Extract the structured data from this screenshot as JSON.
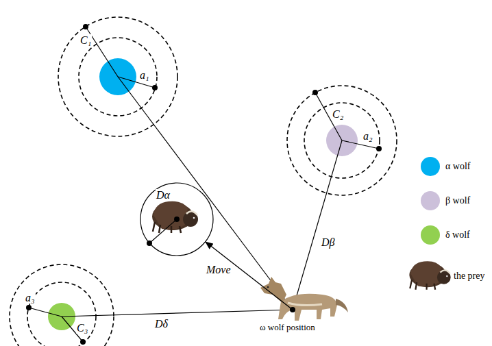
{
  "diagram": {
    "labels": [
      "C₁",
      "a₁",
      "C₂",
      "a₂",
      "Dα",
      "Dβ",
      "C₃",
      "a₃",
      "Dδ",
      "Move",
      "ω wolf position"
    ],
    "legend": [
      {
        "text": "α wolf",
        "color": "#00b0f0"
      },
      {
        "text": "β wolf",
        "color": "#ccc0da"
      },
      {
        "text": "δ wolf",
        "color": "#92d050"
      },
      {
        "text": "the prey"
      }
    ]
  }
}
